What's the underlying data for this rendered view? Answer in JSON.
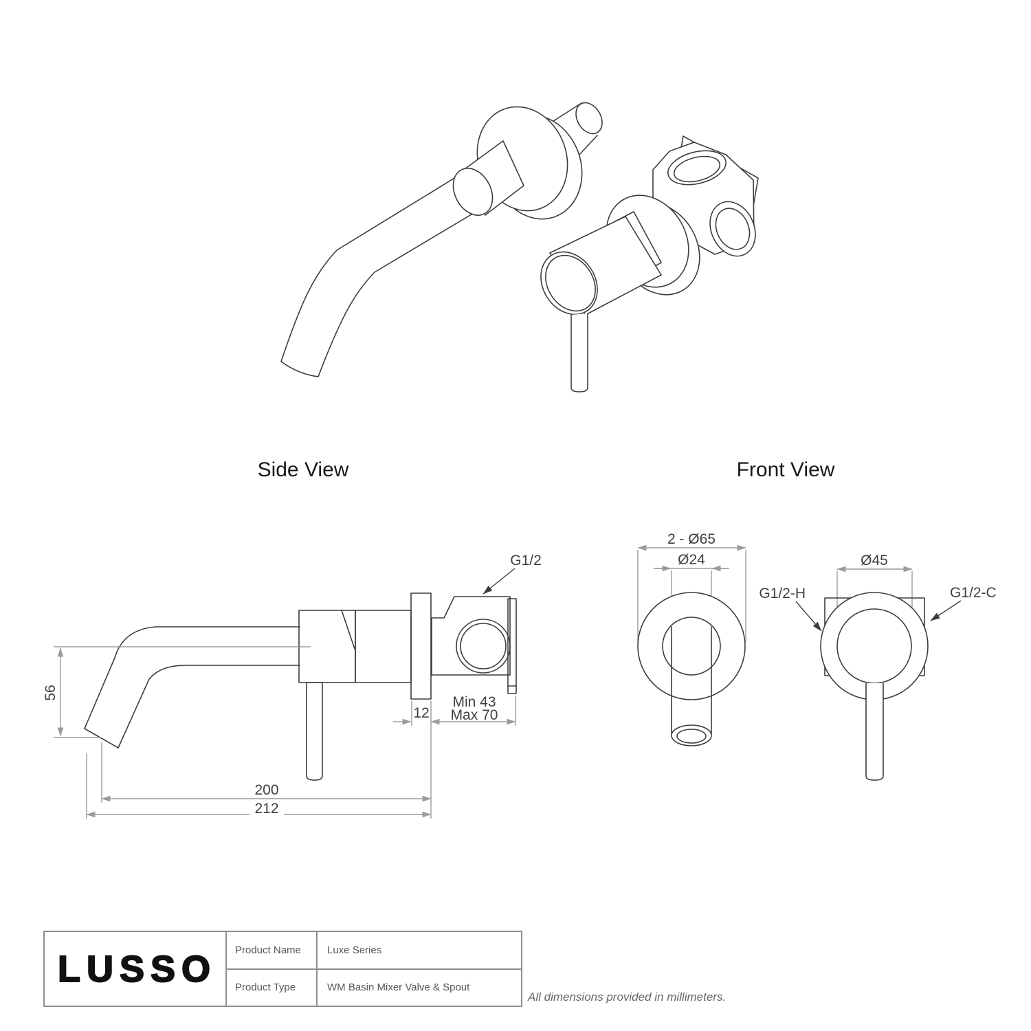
{
  "colors": {
    "object_line": "#3d3d3d",
    "dim_line": "#9b9b9b",
    "dim_text": "#3f3f3f",
    "label_text": "#1a1a1a",
    "table_border": "#8f8f8f",
    "table_text": "#555555",
    "note_text": "#666666",
    "logo_text": "#111111"
  },
  "labels": {
    "side_view": "Side View",
    "front_view": "Front View"
  },
  "side_view": {
    "thread_label": "G1/2",
    "dim_height": "56",
    "dim_plate": "12",
    "dim_min": "Min 43",
    "dim_max": "Max 70",
    "dim_spout": "200",
    "dim_overall": "212"
  },
  "front_view": {
    "dim_flange": "2 - Ø65",
    "dim_spout_dia": "Ø24",
    "dim_valve_dia": "Ø45",
    "thread_hot": "G1/2-H",
    "thread_cold": "G1/2-C"
  },
  "title_block": {
    "brand": "LUSSO",
    "rows": [
      {
        "label": "Product Name",
        "value": "Luxe Series"
      },
      {
        "label": "Product Type",
        "value": "WM Basin Mixer Valve & Spout"
      }
    ]
  },
  "note": "All dimensions provided in millimeters."
}
